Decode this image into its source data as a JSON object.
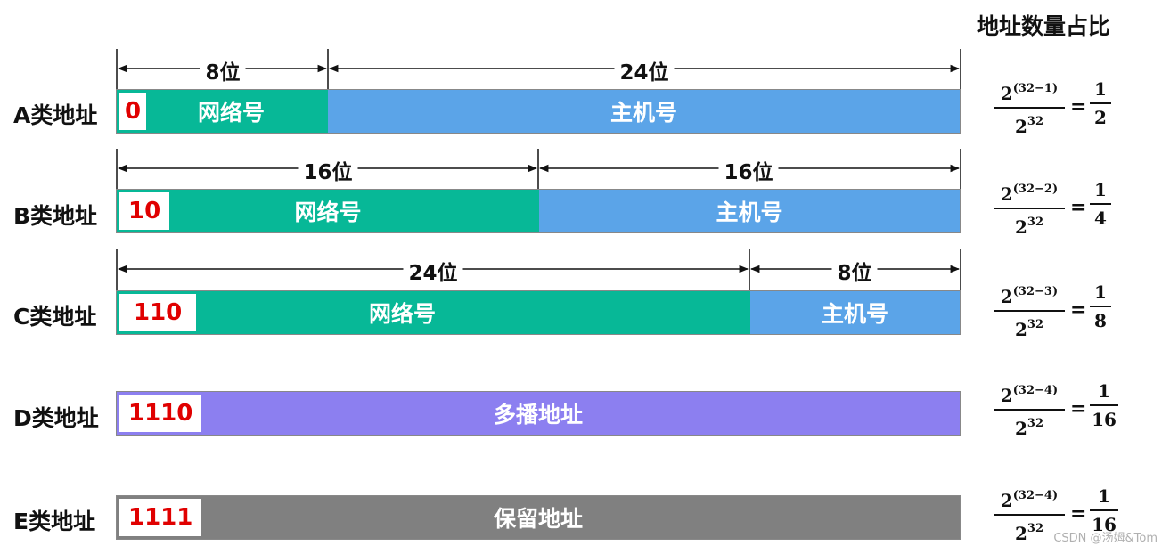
{
  "header": "地址数量占比",
  "rows": [
    {
      "label": "A类地址",
      "prefix": "0",
      "segments": [
        "网络号",
        "主机号"
      ],
      "dims": [
        "8位",
        "24位"
      ],
      "formula": {
        "exp": "(32−1)",
        "base": "2",
        "den_exp": "32",
        "result_num": "1",
        "result_den": "2"
      }
    },
    {
      "label": "B类地址",
      "prefix": "10",
      "segments": [
        "网络号",
        "主机号"
      ],
      "dims": [
        "16位",
        "16位"
      ],
      "formula": {
        "exp": "(32−2)",
        "base": "2",
        "den_exp": "32",
        "result_num": "1",
        "result_den": "4"
      }
    },
    {
      "label": "C类地址",
      "prefix": "110",
      "segments": [
        "网络号",
        "主机号"
      ],
      "dims": [
        "24位",
        "8位"
      ],
      "formula": {
        "exp": "(32−3)",
        "base": "2",
        "den_exp": "32",
        "result_num": "1",
        "result_den": "8"
      }
    },
    {
      "label": "D类地址",
      "prefix": "1110",
      "segments": [
        "多播地址"
      ],
      "formula": {
        "exp": "(32−4)",
        "base": "2",
        "den_exp": "32",
        "result_num": "1",
        "result_den": "16"
      }
    },
    {
      "label": "E类地址",
      "prefix": "1111",
      "segments": [
        "保留地址"
      ],
      "formula": {
        "exp": "(32−4)",
        "base": "2",
        "den_exp": "32",
        "result_num": "1",
        "result_den": "16"
      }
    }
  ],
  "colors": {
    "network": "#07b897",
    "host": "#5ba4e8",
    "multicast": "#8c7ff0",
    "reserved": "#808080",
    "prefix_text": "#e00000"
  },
  "watermark": "CSDN @汤姆&Tom"
}
